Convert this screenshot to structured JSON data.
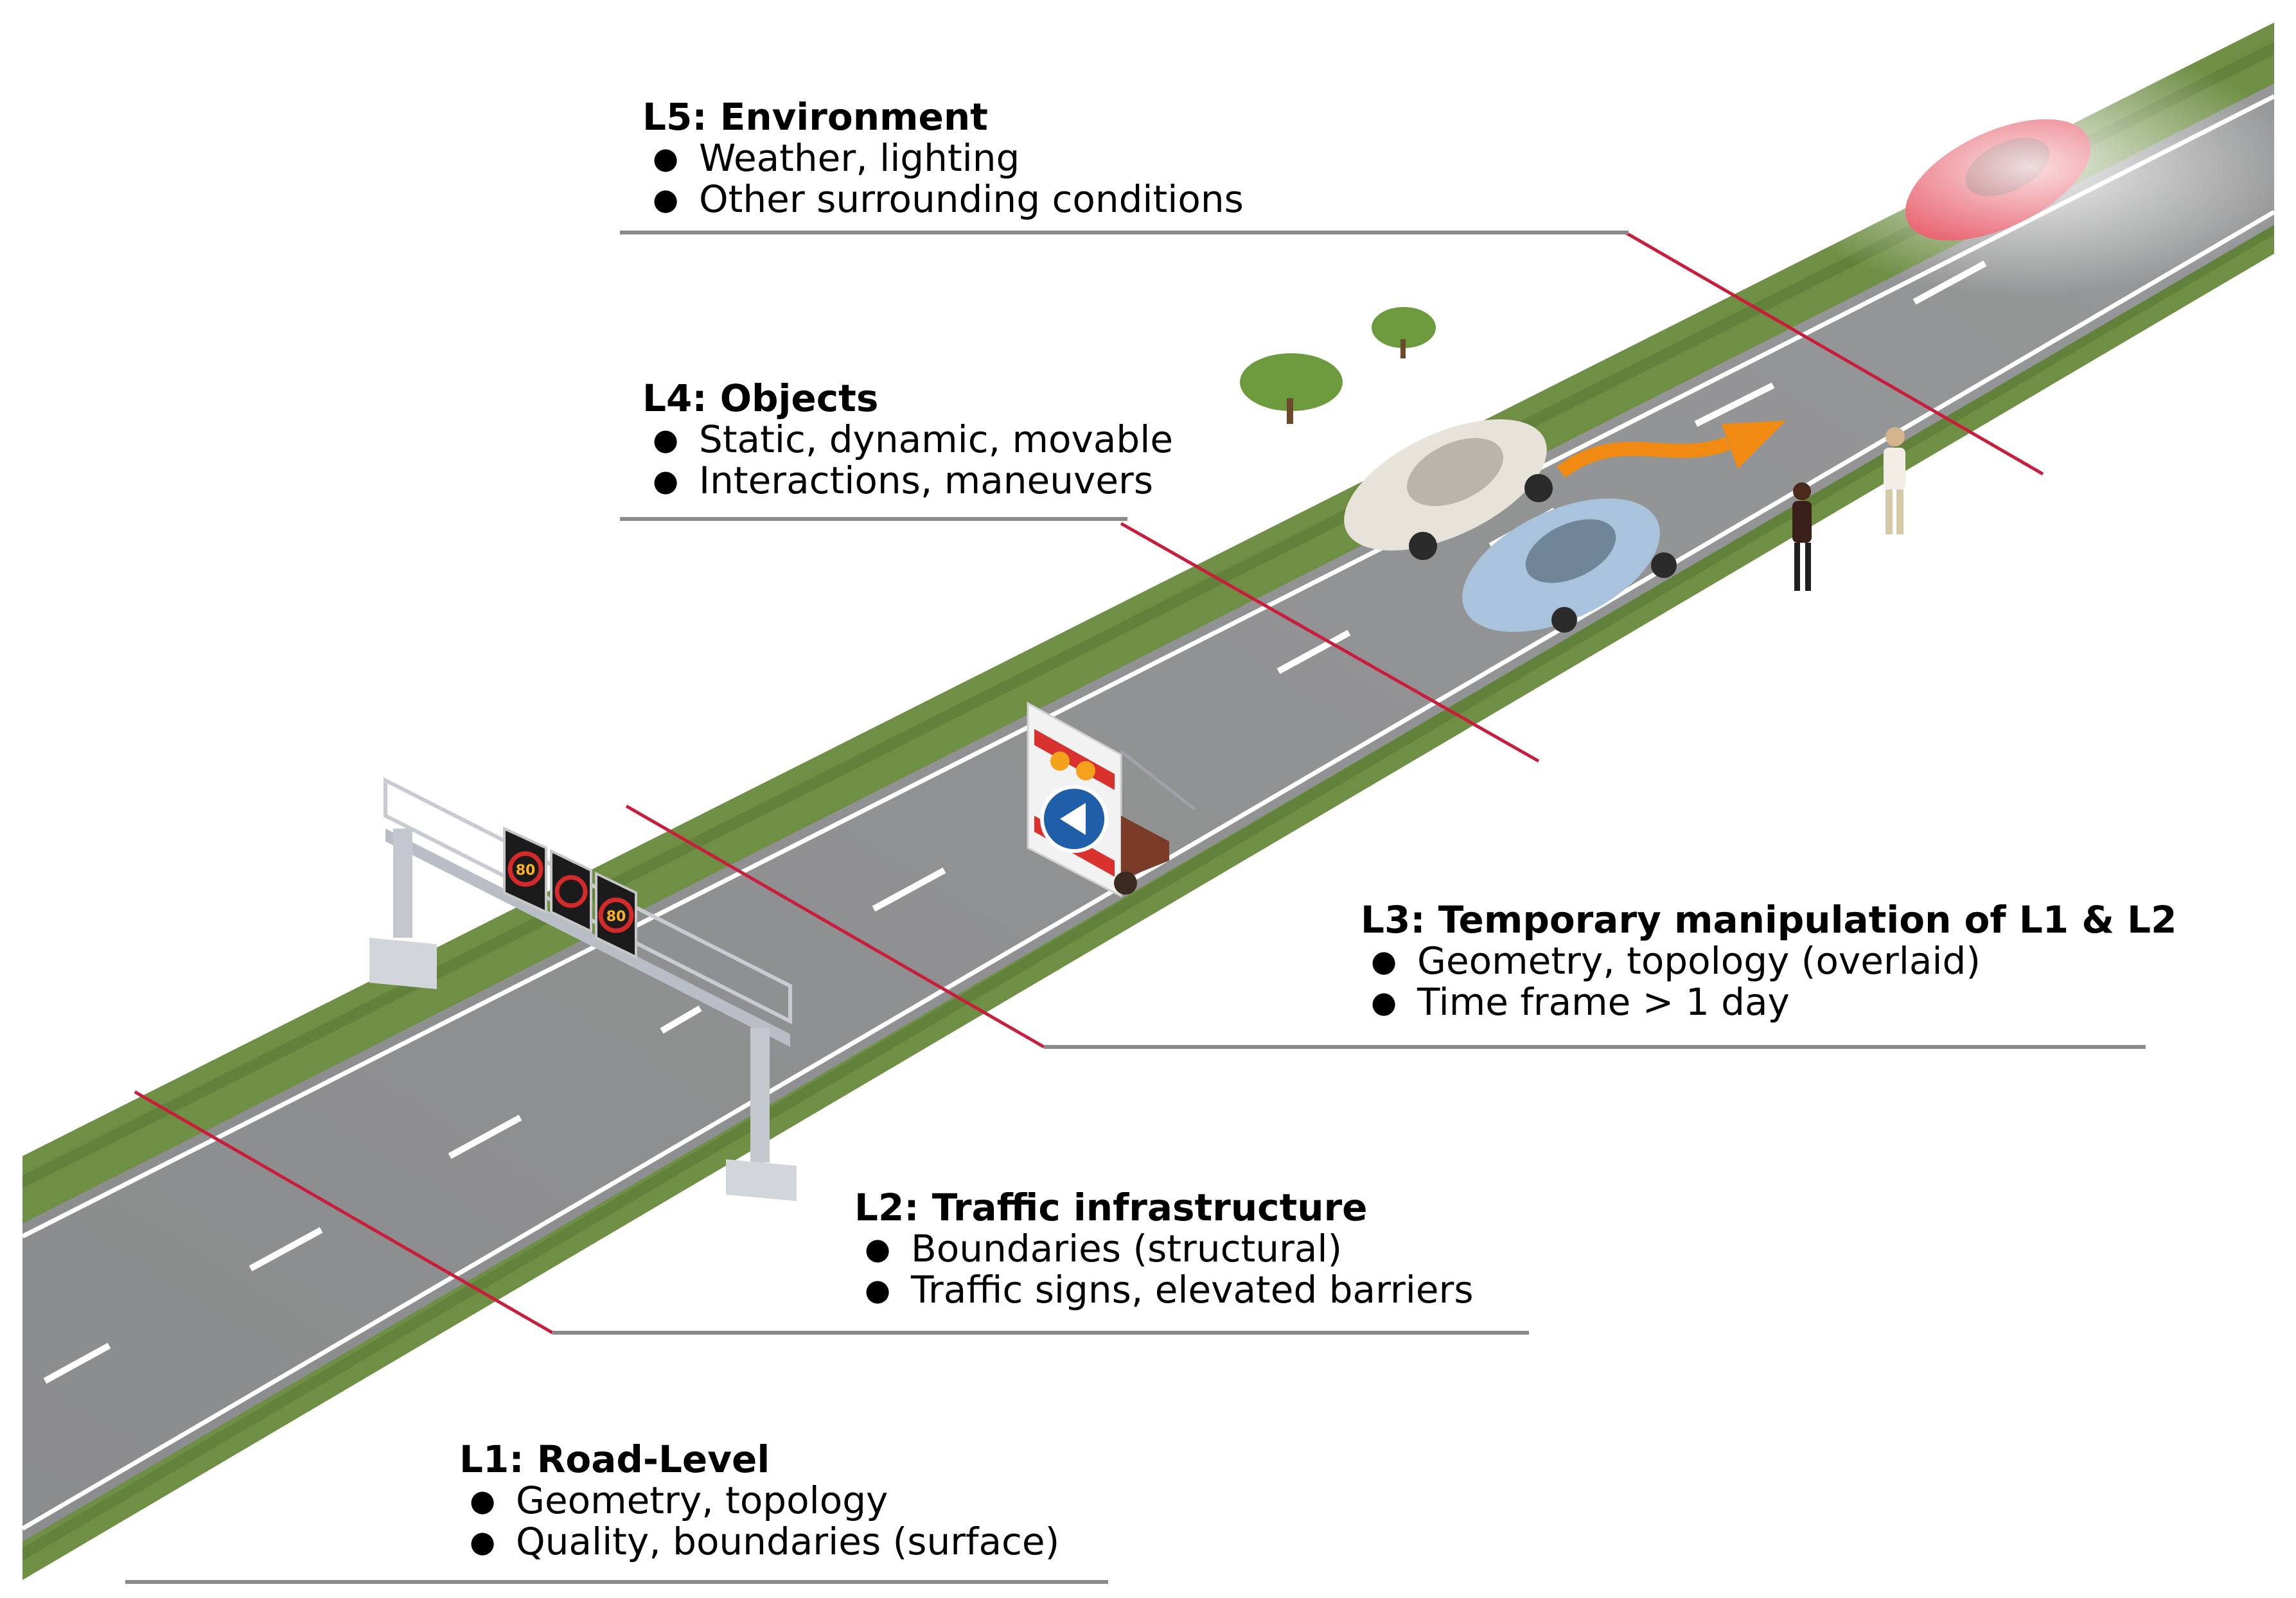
{
  "layers": [
    {
      "id": "l5",
      "title": "L5:  Environment",
      "bullets": [
        "Weather, lighting",
        "Other surrounding conditions"
      ]
    },
    {
      "id": "l4",
      "title": "L4:  Objects",
      "bullets": [
        "Static, dynamic, movable",
        "Interactions, maneuvers"
      ]
    },
    {
      "id": "l3",
      "title": "L3:  Temporary manipulation of L1 & L2",
      "bullets": [
        "Geometry, topology (overlaid)",
        "Time frame > 1 day"
      ]
    },
    {
      "id": "l2",
      "title": "L2:  Traffic infrastructure",
      "bullets": [
        "Boundaries (structural)",
        "Traffic signs, elevated barriers"
      ]
    },
    {
      "id": "l1",
      "title": "L1:  Road-Level",
      "bullets": [
        "Geometry, topology",
        "Quality, boundaries (surface)"
      ]
    }
  ],
  "signs": [
    "80",
    "80"
  ],
  "colors": {
    "grass": "#6f8f45",
    "road": "#8e8f90",
    "divider": "#c81e3c",
    "leader_line": "#8a8a8a",
    "arrow": "#f08a12",
    "car_red": "#e0283a",
    "car_white": "#e8e3da",
    "car_blue": "#a9c3dc"
  }
}
